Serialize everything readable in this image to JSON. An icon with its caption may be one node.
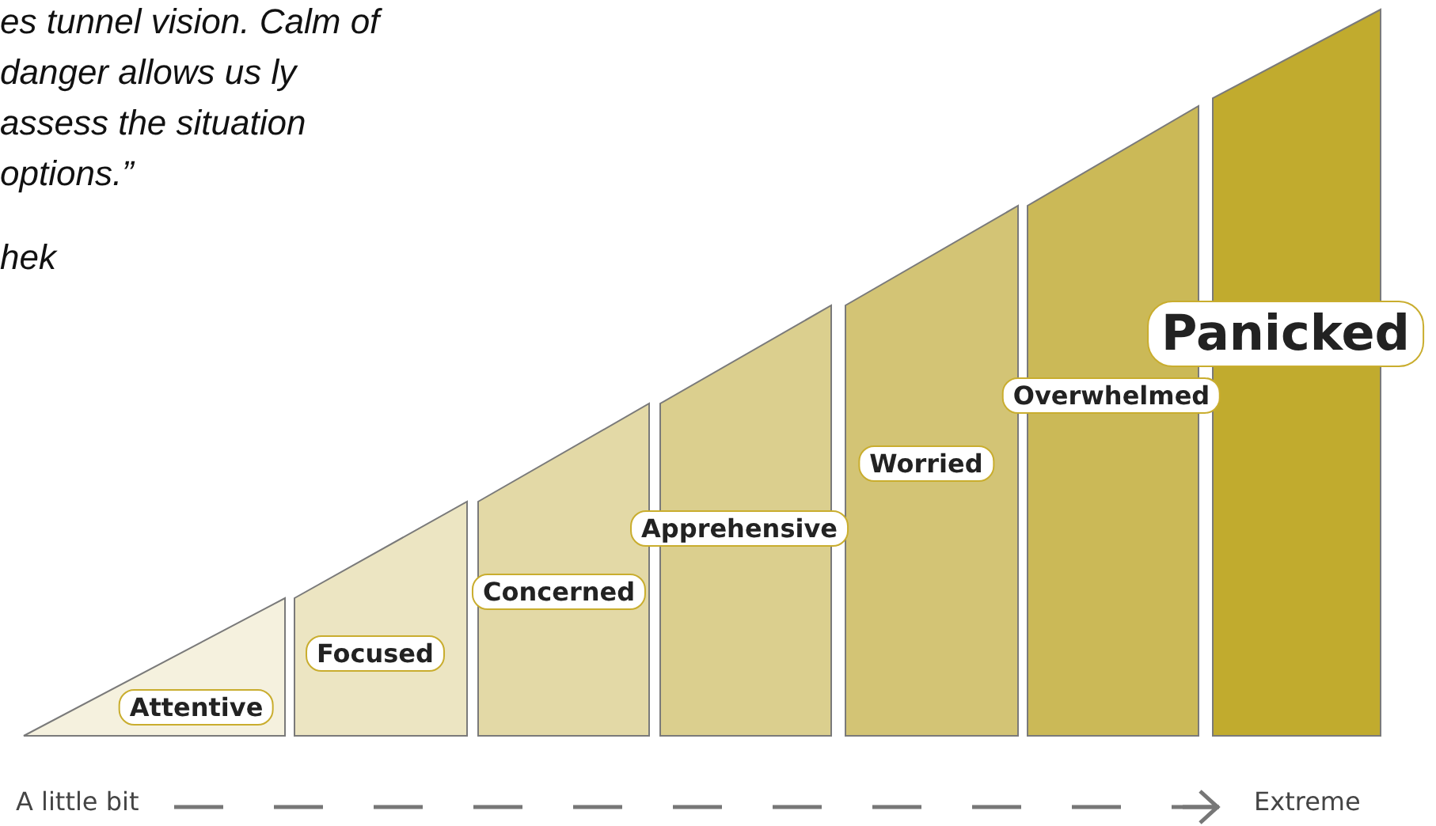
{
  "diagram": {
    "nodes": [
      {
        "text": [
          "Attentive"
        ]
      },
      {
        "text": [
          "Focused"
        ]
      },
      {
        "text": [
          "Concerned"
        ]
      },
      {
        "text": [
          "Apprehensive"
        ]
      },
      {
        "text": [
          "Worried"
        ]
      },
      {
        "text": [
          "Overwhelmed"
        ]
      },
      {
        "text": [
          "Panicked"
        ]
      }
    ],
    "labels": [
      "es tunnel vision. Calm of danger allows us ly assess the situation options.”",
      "hek",
      "A little bit",
      "Extreme"
    ]
  }
}
